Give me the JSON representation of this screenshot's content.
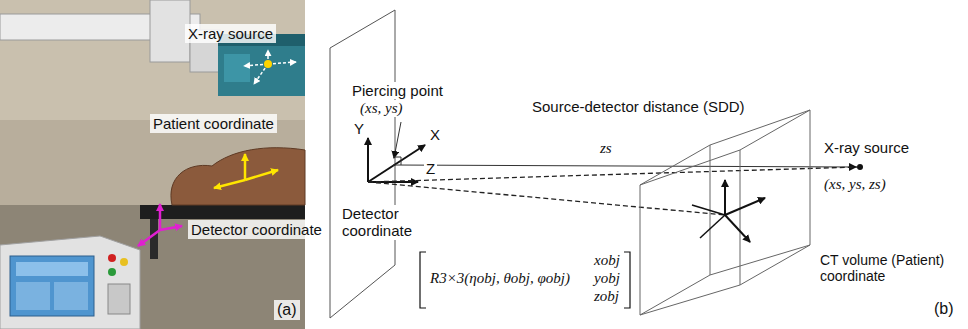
{
  "diagram": {
    "labels": [
      "X-ray source",
      "Patient coordinate",
      "Detector coordinate",
      "(a)",
      "Piercing point",
      "(xs, ys)",
      "Source-detector distance (SDD)",
      "zs",
      "Y",
      "X",
      "X-ray source",
      "(xs, ys, zs)",
      "Z",
      "Detector coordinate",
      "R3×3(ηobj, θobj, φobj)",
      "xobj",
      "yobj",
      "zobj",
      "CT volume (Patient) coordinate",
      "(b)"
    ]
  }
}
